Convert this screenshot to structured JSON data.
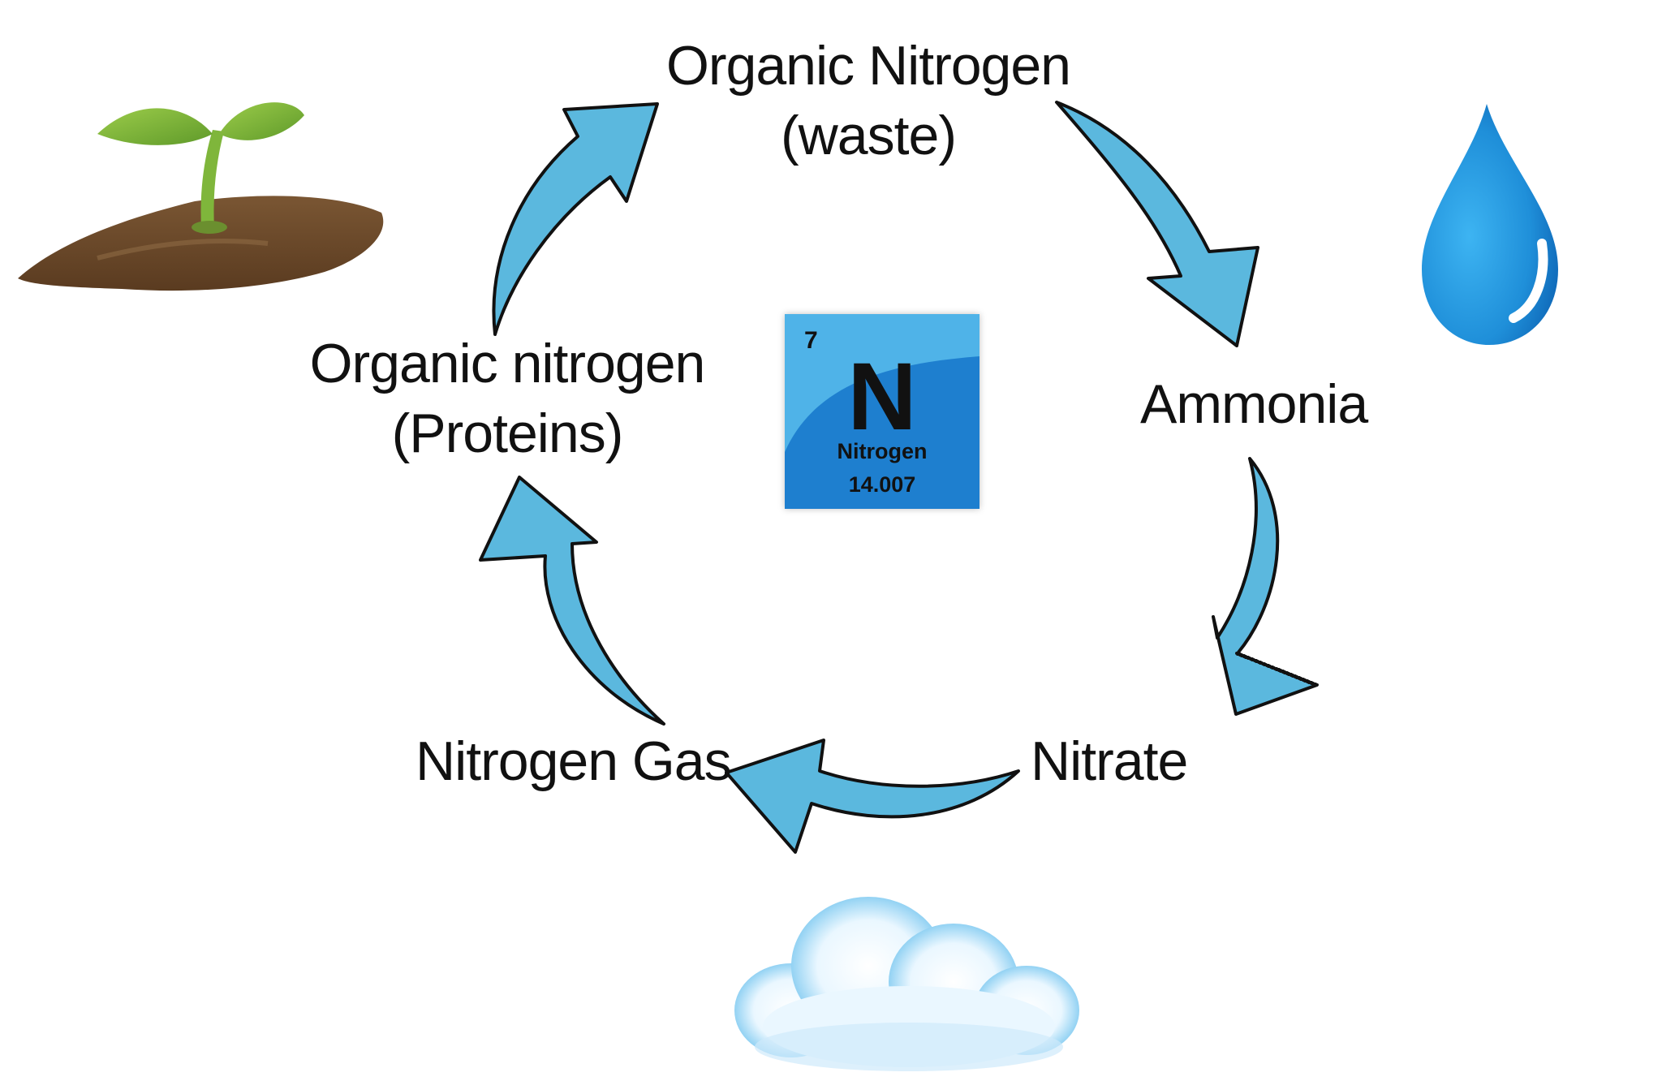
{
  "diagram": {
    "labels": {
      "organic_nitrogen_waste": [
        "Organic Nitrogen",
        "(waste)"
      ],
      "ammonia": "Ammonia",
      "nitrate": "Nitrate",
      "nitrogen_gas": "Nitrogen Gas",
      "organic_nitrogen_proteins": [
        "Organic nitrogen",
        "(Proteins)"
      ]
    },
    "element_tile": {
      "atomic_number": "7",
      "symbol": "N",
      "name": "Nitrogen",
      "atomic_mass": "14.007"
    },
    "pictures": [
      "seedling-in-soil",
      "water-drop",
      "cloud"
    ],
    "colors": {
      "arrow_fill": "#5bb8de",
      "arrow_stroke": "#111111",
      "tile_light": "#4fb3e8",
      "tile_dark": "#1e7fcf",
      "soil": "#6b4a2b",
      "leaf": "#7cb83a",
      "water": "#1f8fd9",
      "cloud": "#6ec3ee"
    }
  }
}
